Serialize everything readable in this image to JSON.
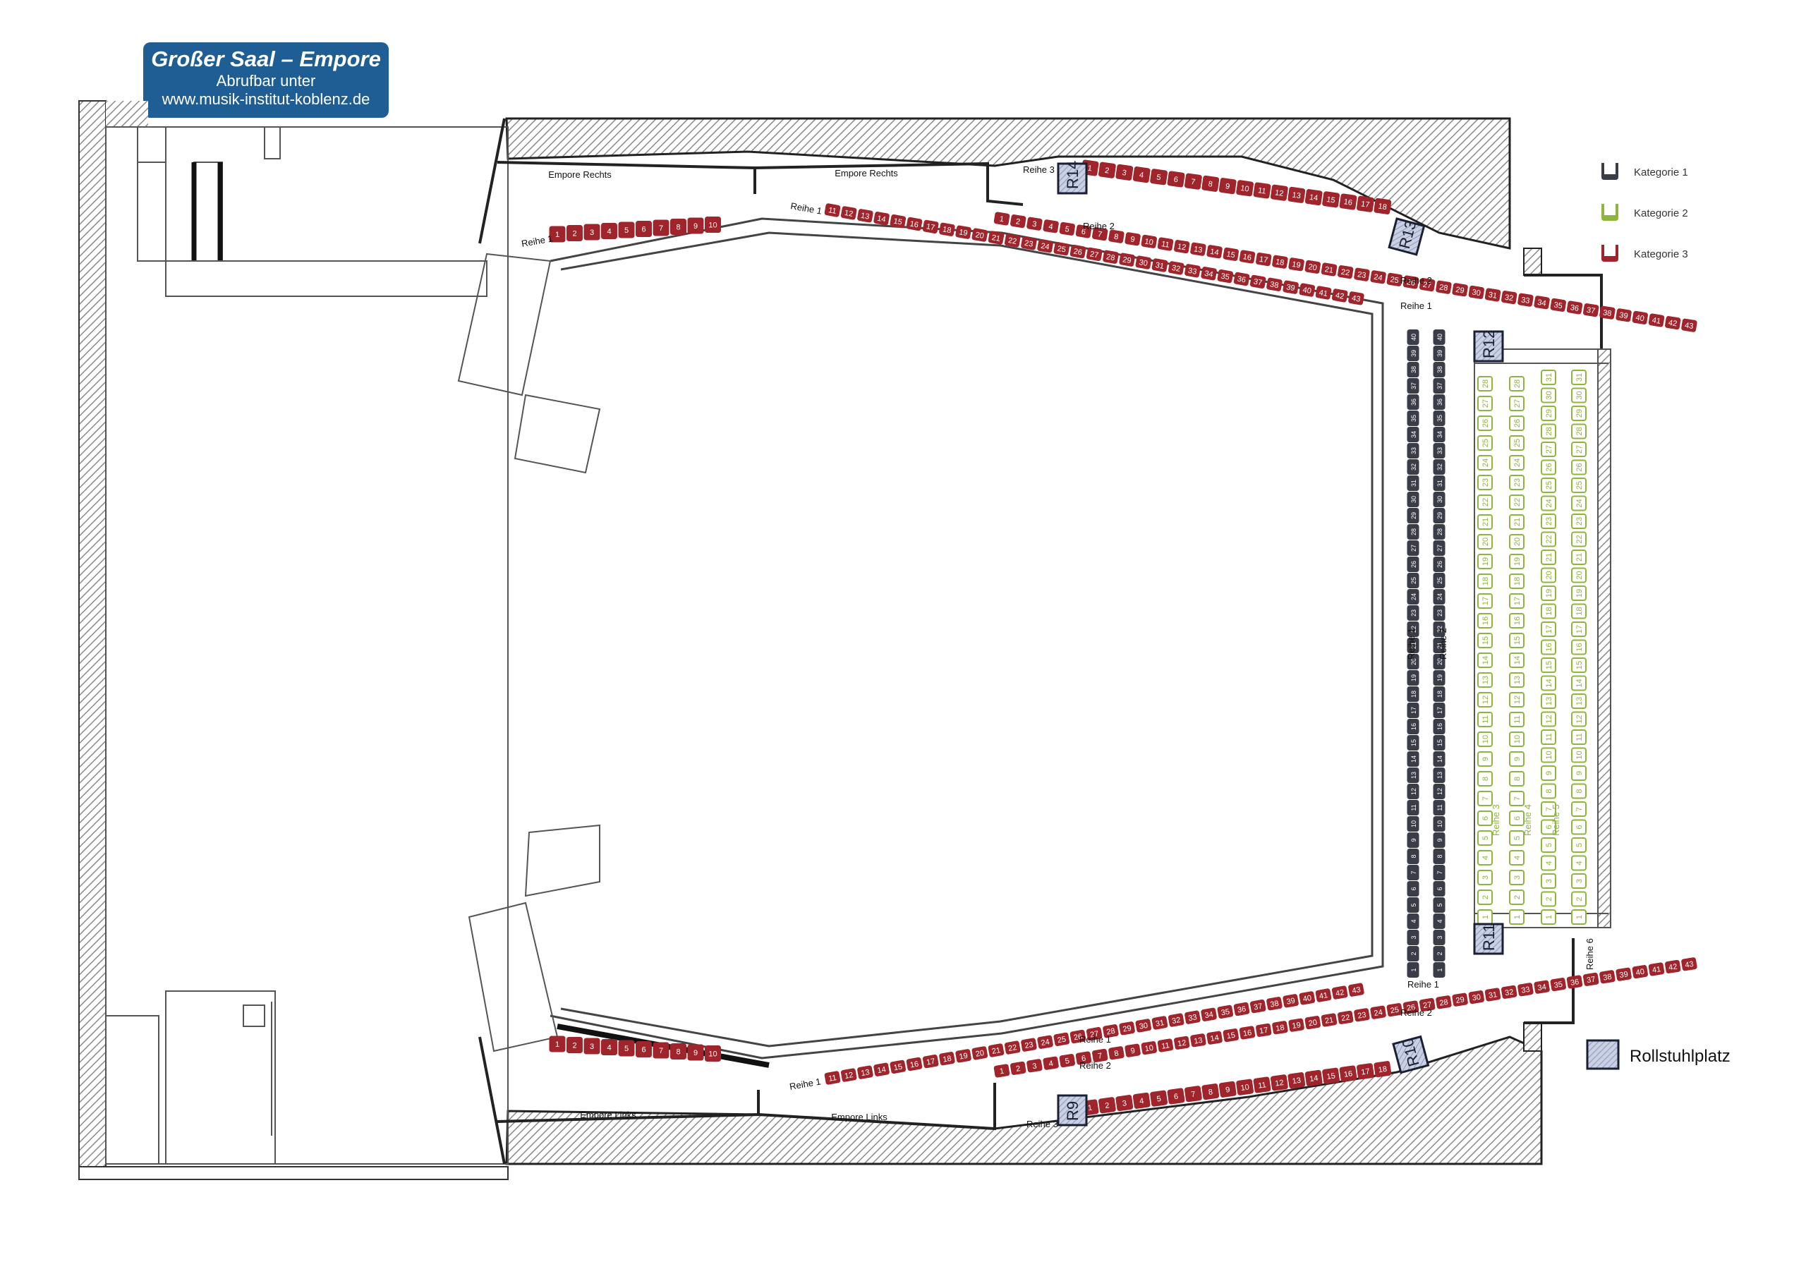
{
  "title": {
    "heading": "Großer Saal – Empore",
    "line2": "Abrufbar unter",
    "line3": "www.musik-institut-koblenz.de"
  },
  "colors": {
    "kategorie1": "#3a3d47",
    "kategorie2": "#8db63c",
    "kategorie3": "#a0242b",
    "wheelchair": "#aab4d0",
    "title_bg": "#1f5e94",
    "wall_hatch": "#9a9a9a"
  },
  "legend": [
    {
      "label": "Kategorie 1",
      "color": "#3a3d47"
    },
    {
      "label": "Kategorie 2",
      "color": "#8db63c"
    },
    {
      "label": "Kategorie 3",
      "color": "#a0242b"
    }
  ],
  "wheelchair_label": "Rollstuhlplatz",
  "areas": {
    "empore_rechts_1": "Empore Rechts",
    "empore_rechts_2": "Empore Rechts",
    "empore_links_1": "Empore Links",
    "empore_links_2": "Empore Links"
  },
  "row_labels": {
    "reihe1": "Reihe 1",
    "reihe2": "Reihe 2",
    "reihe3": "Reihe 3",
    "reihe4": "Reihe 4",
    "reihe5": "Reihe 5",
    "reihe6": "Reihe 6"
  },
  "wheelchair_places": [
    "R14",
    "R13",
    "R12",
    "R11",
    "R10",
    "R9"
  ],
  "seat_blocks": {
    "top_left_r1": {
      "category": 3,
      "from": 1,
      "to": 10
    },
    "top_r1": {
      "category": 3,
      "from": 11,
      "to": 43
    },
    "top_r2": {
      "category": 3,
      "from": 1,
      "to": 43
    },
    "top_r3": {
      "category": 3,
      "from": 1,
      "to": 18
    },
    "center_r1": {
      "category": 1,
      "from": 1,
      "to": 40
    },
    "center_r2": {
      "category": 1,
      "from": 1,
      "to": 40
    },
    "bottom_left_r1": {
      "category": 3,
      "from": 1,
      "to": 10
    },
    "bottom_r1": {
      "category": 3,
      "from": 11,
      "to": 43
    },
    "bottom_r2": {
      "category": 3,
      "from": 1,
      "to": 43
    },
    "bottom_r3": {
      "category": 3,
      "from": 1,
      "to": 18
    },
    "right_r3": {
      "category": 2,
      "from": 1,
      "to": 28
    },
    "right_r4": {
      "category": 2,
      "from": 1,
      "to": 28
    },
    "right_r5": {
      "category": 2,
      "from": 1,
      "to": 31
    },
    "right_r6": {
      "category": 2,
      "from": 1,
      "to": 31
    }
  }
}
